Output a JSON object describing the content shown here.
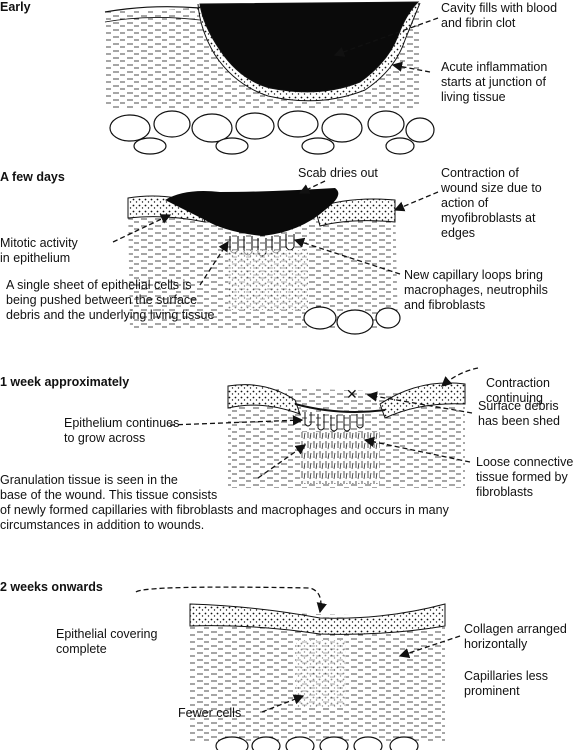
{
  "stages": {
    "early": {
      "title": "Early",
      "labels": {
        "cavity": "Cavity fills with blood\nand fibrin clot",
        "inflammation": "Acute inflammation\nstarts at junction of\nliving tissue"
      }
    },
    "few_days": {
      "title": "A few days",
      "labels": {
        "scab": "Scab dries out",
        "contraction": "Contraction of\nwound size due to\naction of\nmyofibroblasts at\nedges",
        "mitotic": "Mitotic activity\nin epithelium",
        "sheet": "A single sheet of epithelial cells is\nbeing pushed between the surface\ndebris and the underlying living tissue",
        "capillary": "New capillary loops bring\nmacrophages, neutrophils\nand fibroblasts"
      }
    },
    "one_week": {
      "title": "1 week approximately",
      "labels": {
        "contraction": "Contraction\ncontinuing",
        "epithelium": "Epithelium continues\nto grow across",
        "debris": "Surface debris\nhas been shed",
        "loose": "Loose connective\ntissue formed by\nfibroblasts",
        "granulation": "Granulation tissue is seen in the\nbase of the wound. This tissue consists\nof newly formed capillaries with fibroblasts and macrophages and occurs in many\ncircumstances in addition to wounds."
      }
    },
    "two_weeks": {
      "title": "2 weeks onwards",
      "labels": {
        "covering": "Epithelial covering\ncomplete",
        "collagen": "Collagen arranged\nhorizontally",
        "capillaries": "Capillaries less\nprominent",
        "fewer": "Fewer cells"
      }
    }
  },
  "marks": {
    "debris_symbol": "✕"
  },
  "colors": {
    "ink": "#111111",
    "clot": "#0a0a0a",
    "paper": "#ffffff"
  }
}
